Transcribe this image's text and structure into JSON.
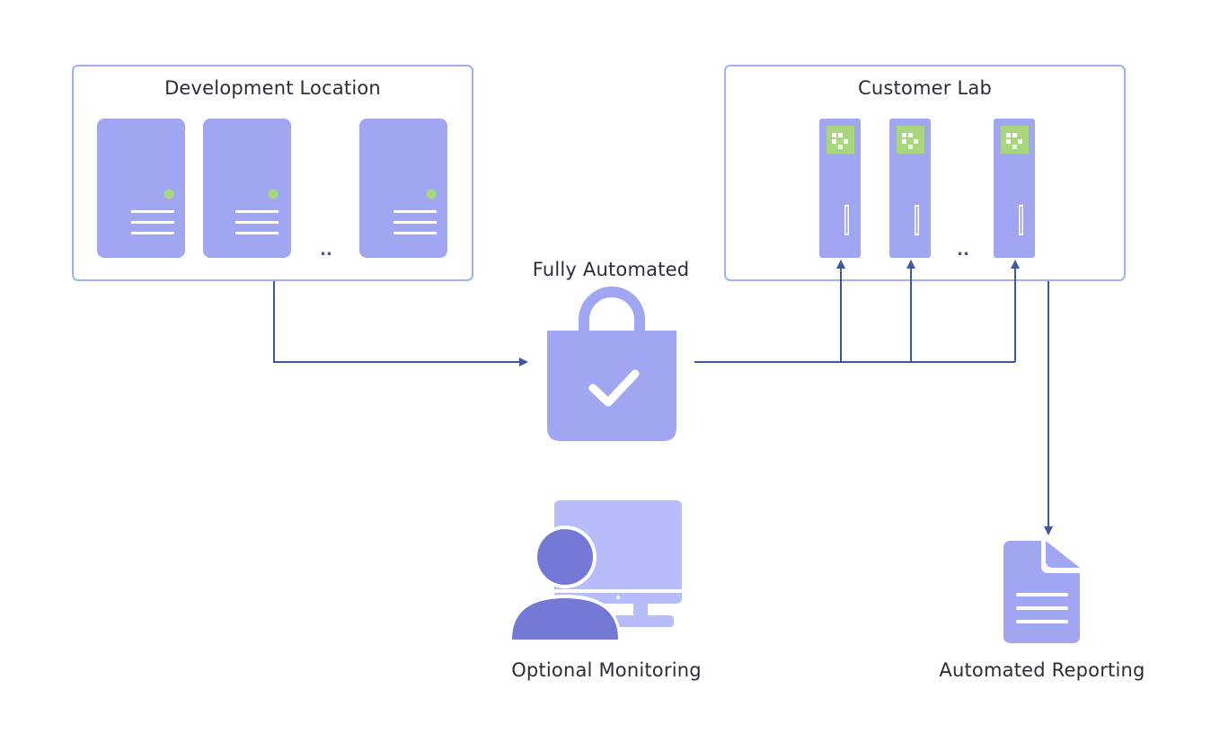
{
  "colors": {
    "device": "#a0a6f1",
    "device_light": "#b8bcfb",
    "device_dark": "#7479d6",
    "status_green": "#a8d67c",
    "box_border": "#9fb2ee",
    "connector": "#3f579c",
    "background": "#ffffff",
    "text": "#2a2d3a"
  },
  "development_location": {
    "title": "Development Location",
    "ellipsis": "..",
    "servers": [
      "server",
      "server",
      "server"
    ]
  },
  "customer_lab": {
    "title": "Customer Lab",
    "ellipsis": "..",
    "devices": [
      "device",
      "device",
      "device"
    ]
  },
  "center": {
    "label": "Fully Automated",
    "icon": "shopping-bag-check-icon"
  },
  "monitoring": {
    "label": "Optional Monitoring",
    "icon": "user-monitor-icon"
  },
  "reporting": {
    "label": "Automated Reporting",
    "icon": "document-icon"
  }
}
